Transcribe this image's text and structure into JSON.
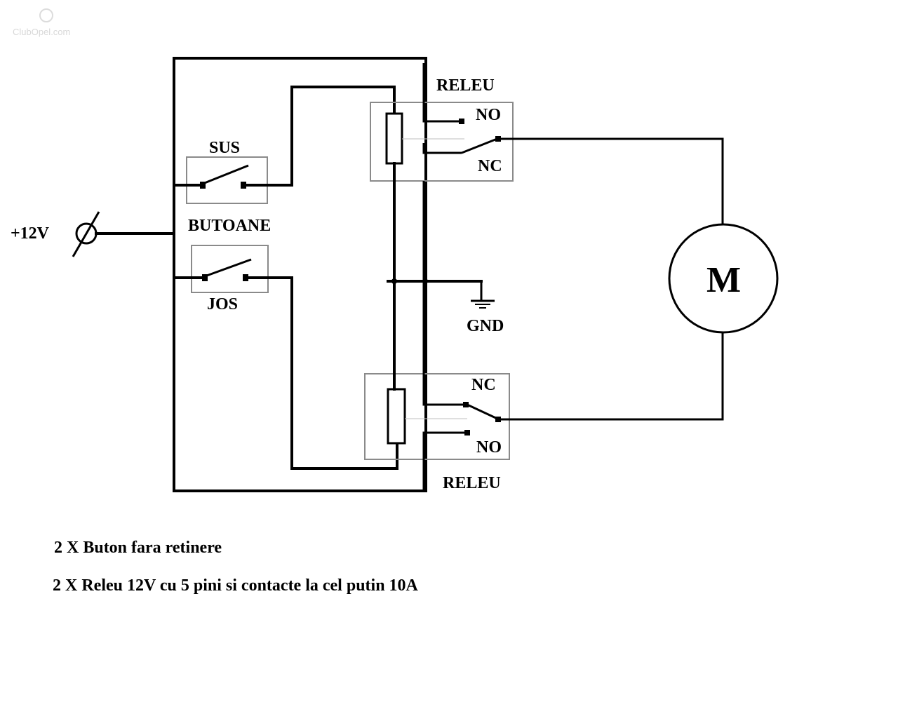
{
  "watermark": "ClubOpel.com",
  "labels": {
    "supply": "+12V",
    "switch_up": "SUS",
    "buttons": "BUTOANE",
    "switch_down": "JOS",
    "relay_top": "RELEU",
    "relay_bottom": "RELEU",
    "top_no": "NO",
    "top_nc": "NC",
    "bottom_nc": "NC",
    "bottom_no": "NO",
    "ground": "GND",
    "motor": "M"
  },
  "notes": {
    "line1": "2 X Buton fara retinere",
    "line2": "2 X Releu 12V cu 5 pini si contacte la cel putin 10A"
  }
}
